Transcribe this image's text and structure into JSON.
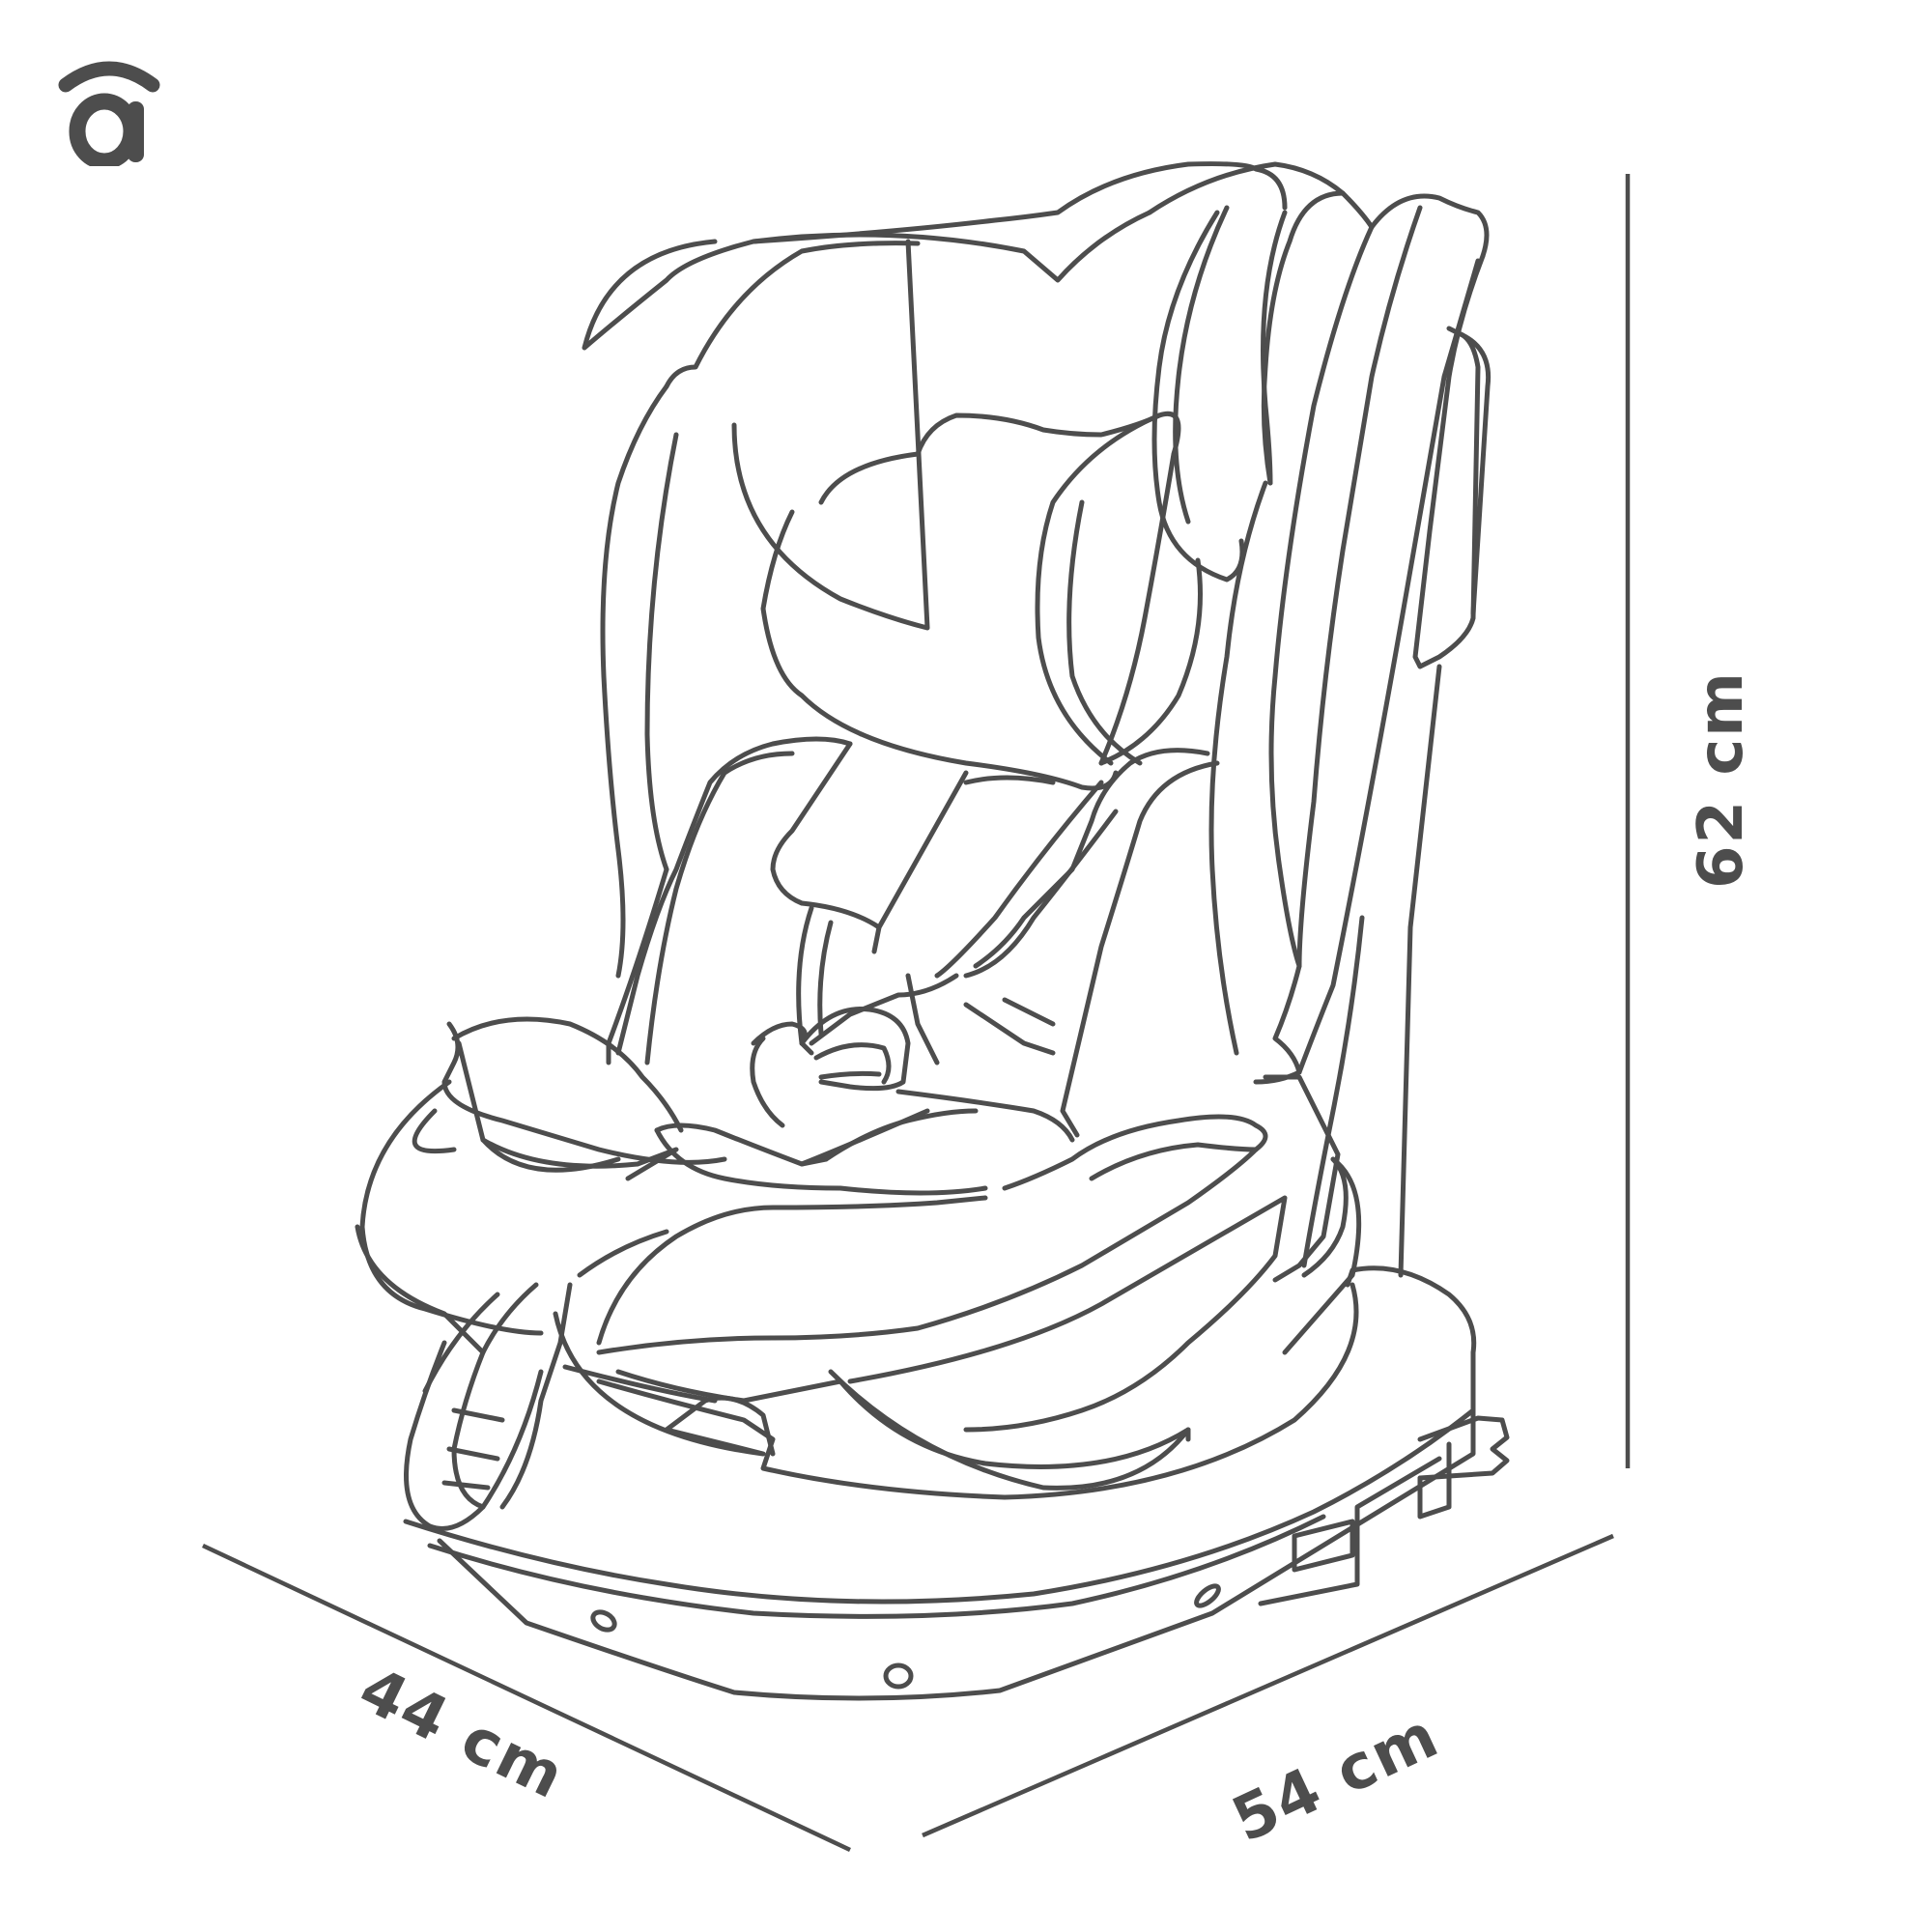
{
  "brand": {
    "logo_letter": "a",
    "logo_icon": "brand-logo-a-with-arc",
    "color": "#4d4d4d"
  },
  "product": {
    "name": "child car seat line drawing",
    "line_color": "#4d4d4d",
    "background": "#ffffff"
  },
  "dimensions": {
    "height": {
      "value": 62,
      "unit": "cm",
      "label": "62 cm",
      "orientation": "vertical, right side"
    },
    "depth": {
      "value": 44,
      "unit": "cm",
      "label": "44 cm",
      "orientation": "diagonal, bottom-left"
    },
    "width": {
      "value": 54,
      "unit": "cm",
      "label": "54 cm",
      "orientation": "diagonal, bottom-right"
    }
  }
}
